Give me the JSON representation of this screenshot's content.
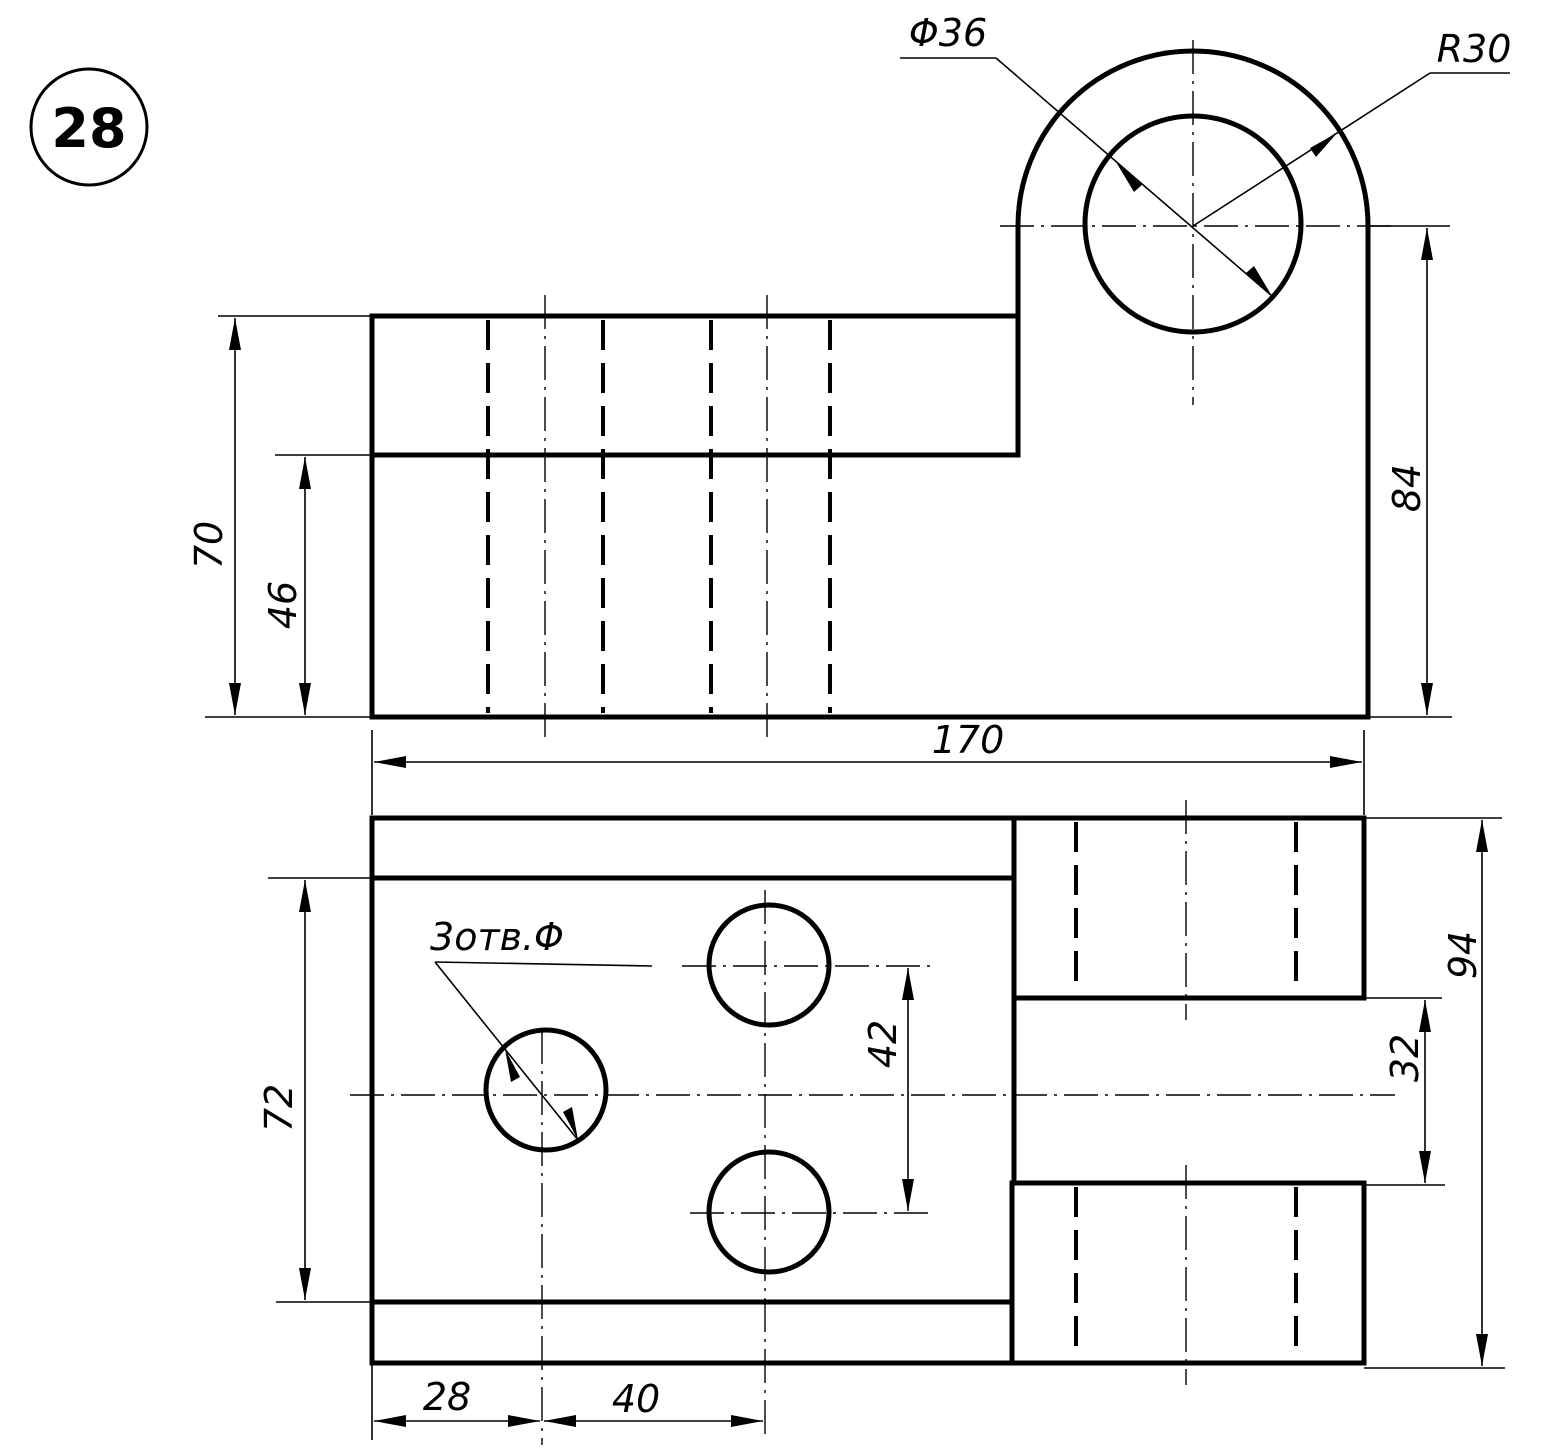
{
  "figure": {
    "number": "28"
  },
  "front_view": {
    "dims": {
      "height_total": "70",
      "height_step": "46",
      "height_lug_center": "84",
      "hole_diameter": "Φ36",
      "lug_radius": "R30"
    }
  },
  "top_view": {
    "dims": {
      "overall_length": "170",
      "overall_width": "94",
      "slot_width": "32",
      "inner_width": "72",
      "hole_spacing_vertical": "42",
      "hole_note": "3отв.Φ",
      "offset_first_hole": "28",
      "offset_second_hole": "40"
    }
  }
}
